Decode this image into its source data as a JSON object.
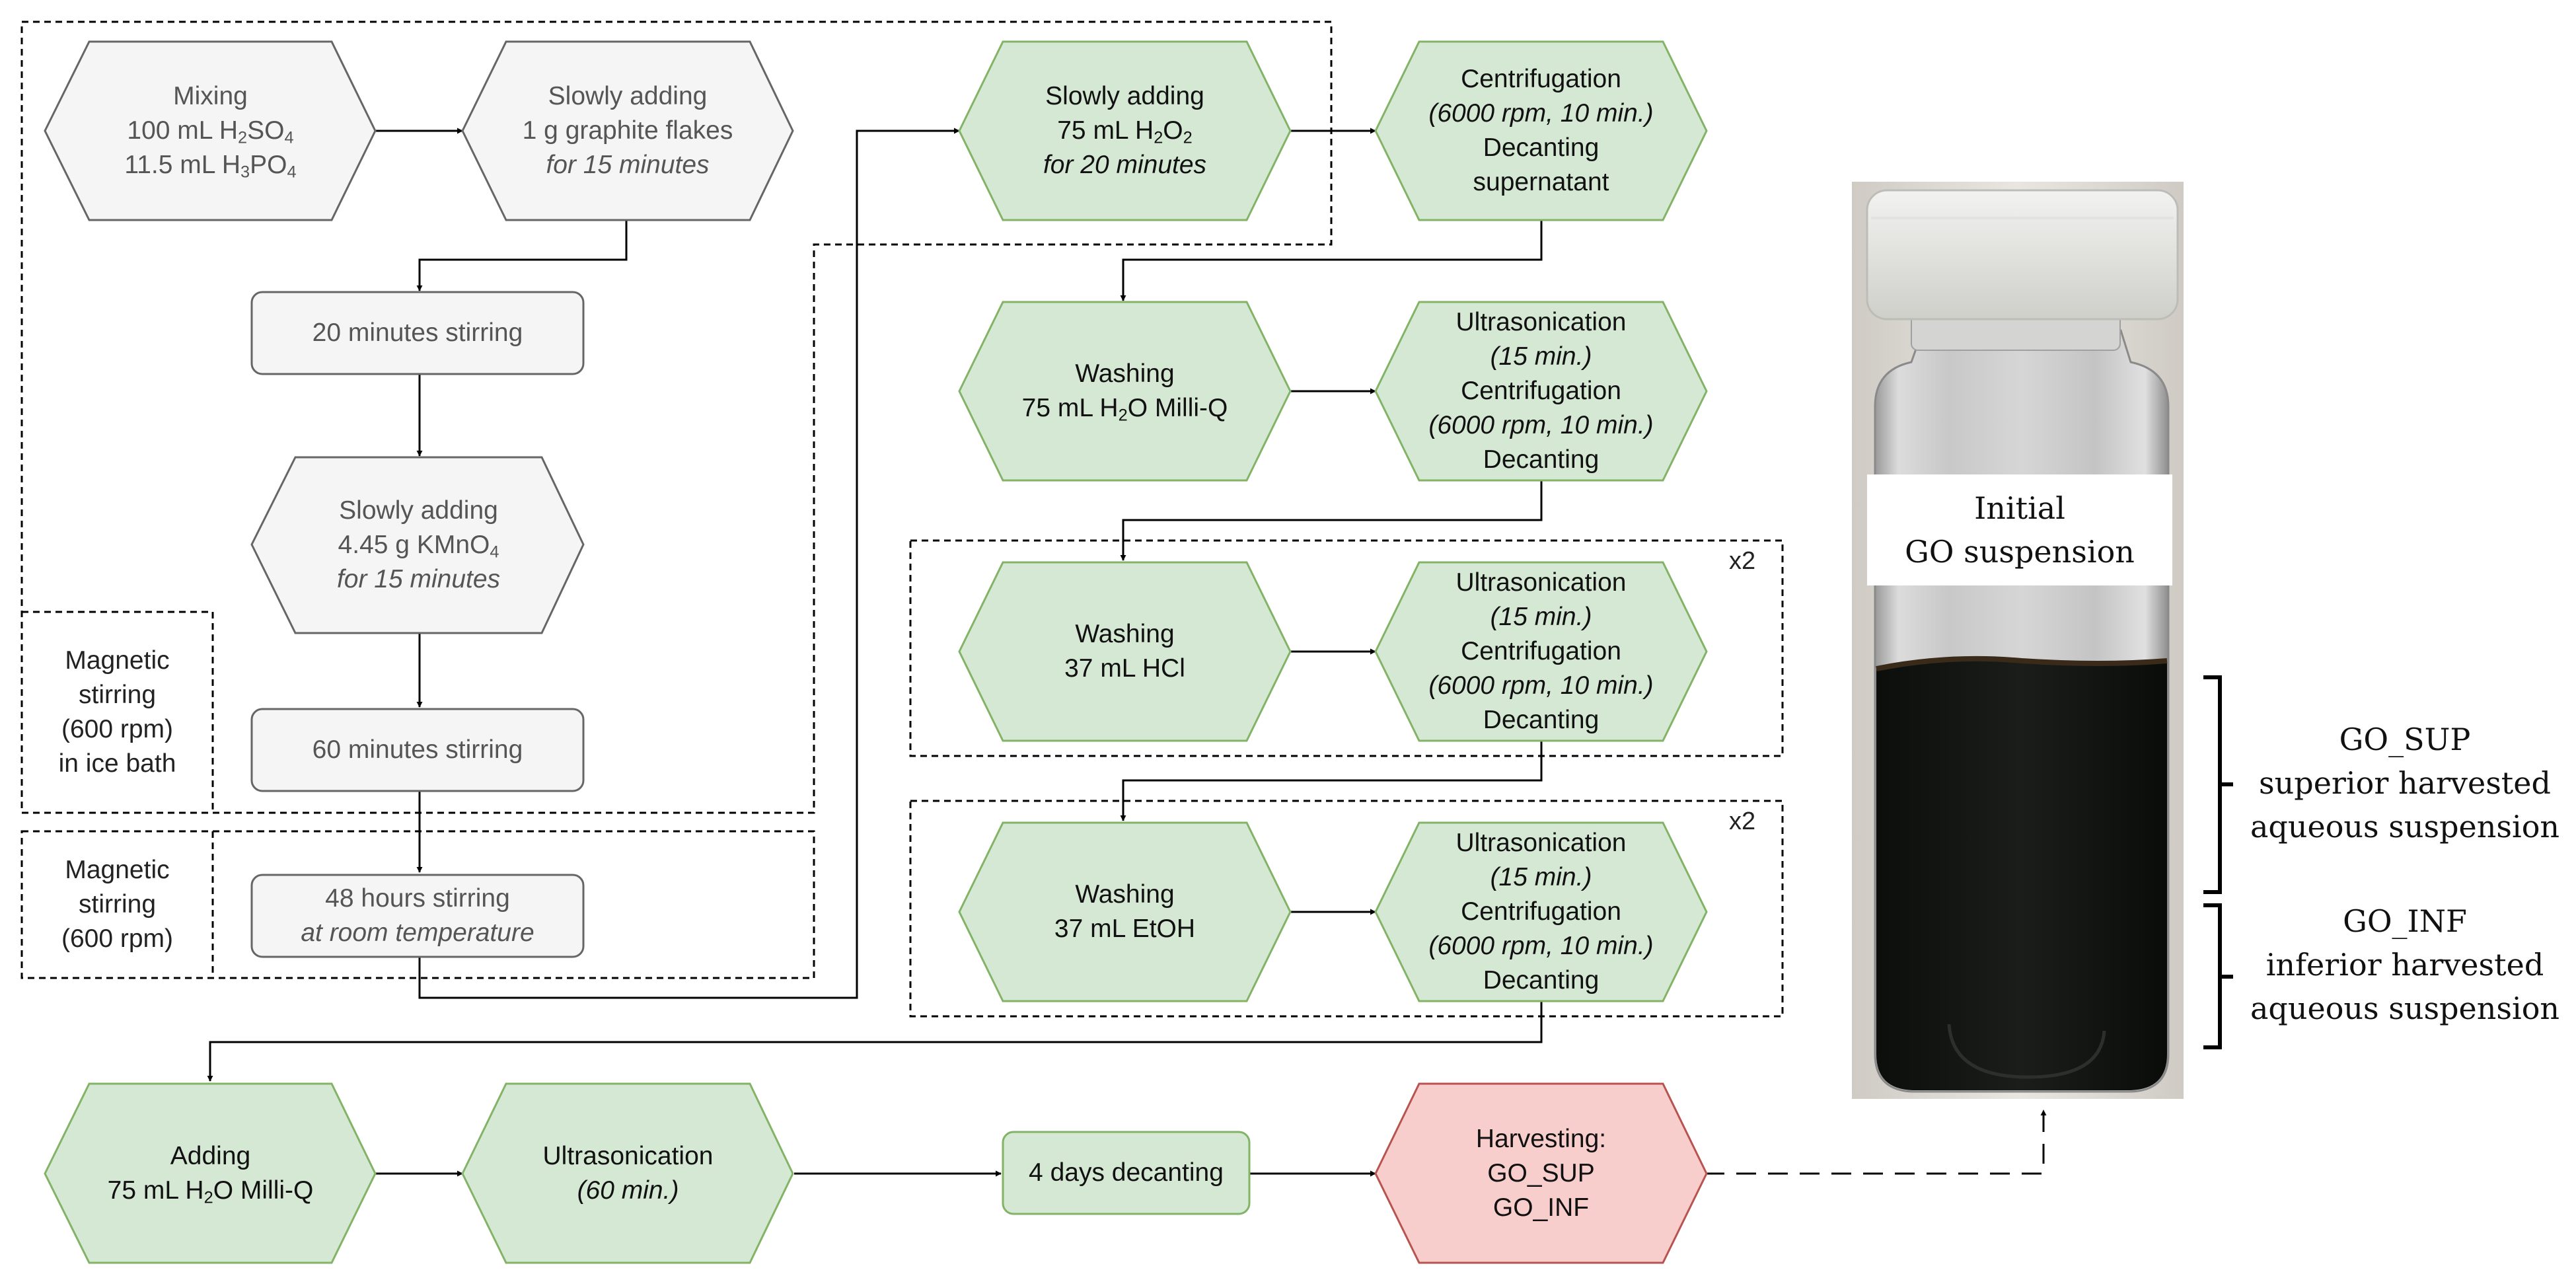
{
  "colors": {
    "grey_fill": "#f5f5f5",
    "grey_stroke": "#666666",
    "green_fill": "#d5e8d4",
    "green_stroke": "#82b366",
    "red_fill": "#f8cecc",
    "red_stroke": "#b85450",
    "edge": "#000000",
    "dashed_border": "#000000"
  },
  "steps": {
    "mixing": {
      "l1": "Mixing",
      "l2a": "100 mL H",
      "l2b": "2",
      "l2c": "SO",
      "l2d": "4",
      "l3a": "11.5 mL H",
      "l3b": "3",
      "l3c": "PO",
      "l3d": "4"
    },
    "adding_graphite": {
      "l1": "Slowly adding",
      "l2": "1 g graphite flakes",
      "l3": "for 15 minutes"
    },
    "stirring_20": {
      "l1": "20 minutes stirring"
    },
    "adding_kmno4": {
      "l1": "Slowly adding",
      "l2a": "4.45 g KMnO",
      "l2b": "4",
      "l3": "for 15 minutes"
    },
    "stirring_60": {
      "l1": "60 minutes stirring"
    },
    "stirring_48h": {
      "l1": "48 hours stirring",
      "l2": "at room temperature"
    },
    "adding_h2o2": {
      "l1": "Slowly adding",
      "l2a": "75 mL H",
      "l2b": "2",
      "l2c": "O",
      "l2d": "2",
      "l3": "for 20 minutes"
    },
    "centrifugation_1": {
      "l1": "Centrifugation",
      "l2": "(6000 rpm, 10 min.)",
      "l3": "Decanting",
      "l4": "supernatant"
    },
    "washing_water": {
      "l1": "Washing",
      "l2a": "75 mL H",
      "l2b": "2",
      "l2c": "O Milli-Q"
    },
    "ultra_1": {
      "l1": "Ultrasonication",
      "l2": "(15 min.)",
      "l3": "Centrifugation",
      "l4": "(6000 rpm, 10 min.)",
      "l5": "Decanting"
    },
    "washing_hcl": {
      "l1": "Washing",
      "l2": "37 mL HCl"
    },
    "ultra_2": {
      "l1": "Ultrasonication",
      "l2": "(15 min.)",
      "l3": "Centrifugation",
      "l4": "(6000 rpm, 10 min.)",
      "l5": "Decanting"
    },
    "washing_etoh": {
      "l1": "Washing",
      "l2": "37 mL EtOH"
    },
    "ultra_3": {
      "l1": "Ultrasonication",
      "l2": "(15 min.)",
      "l3": "Centrifugation",
      "l4": "(6000 rpm, 10 min.)",
      "l5": "Decanting"
    },
    "adding_water": {
      "l1": "Adding",
      "l2a": "75 mL H",
      "l2b": "2",
      "l2c": "O Milli-Q"
    },
    "ultra_final": {
      "l1": "Ultrasonication",
      "l2": "(60 min.)"
    },
    "decanting_4days": {
      "l1": "4 days decanting"
    },
    "harvesting": {
      "l1": "Harvesting:",
      "l2": "GO_SUP",
      "l3": "GO_INF"
    }
  },
  "side_labels": {
    "ice_bath": {
      "l1": "Magnetic",
      "l2": "stirring",
      "l3": "(600 rpm)",
      "l4": "in ice bath"
    },
    "room": {
      "l1": "Magnetic",
      "l2": "stirring",
      "l3": "(600 rpm)"
    }
  },
  "repeat_labels": {
    "hcl": "x2",
    "etoh": "x2"
  },
  "photo": {
    "label_l1": "Initial",
    "label_l2": "GO suspension",
    "sup_l1": "GO_SUP",
    "sup_l2": "superior harvested",
    "sup_l3": "aqueous suspension",
    "inf_l1": "GO_INF",
    "inf_l2": "inferior harvested",
    "inf_l3": "aqueous suspension"
  }
}
